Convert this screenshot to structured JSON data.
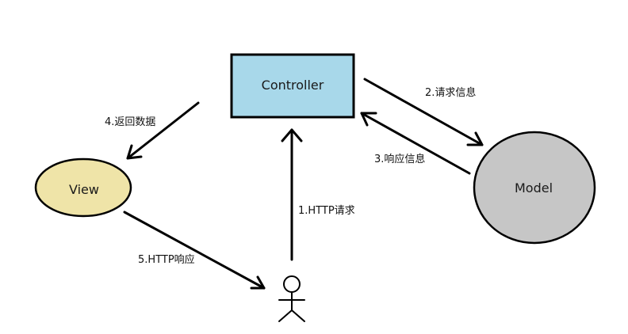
{
  "nodes": {
    "controller": {
      "label": "Controller",
      "fill": "#a8d8ea"
    },
    "view": {
      "label": "View",
      "fill": "#efe4a8"
    },
    "model": {
      "label": "Model",
      "fill": "#c6c6c6"
    }
  },
  "edges": {
    "http_request": {
      "label": "1.HTTP请求"
    },
    "request_info": {
      "label": "2.请求信息"
    },
    "response_info": {
      "label": "3.响应信息"
    },
    "return_data": {
      "label": "4.返回数据"
    },
    "http_response": {
      "label": "5.HTTP响应"
    }
  }
}
